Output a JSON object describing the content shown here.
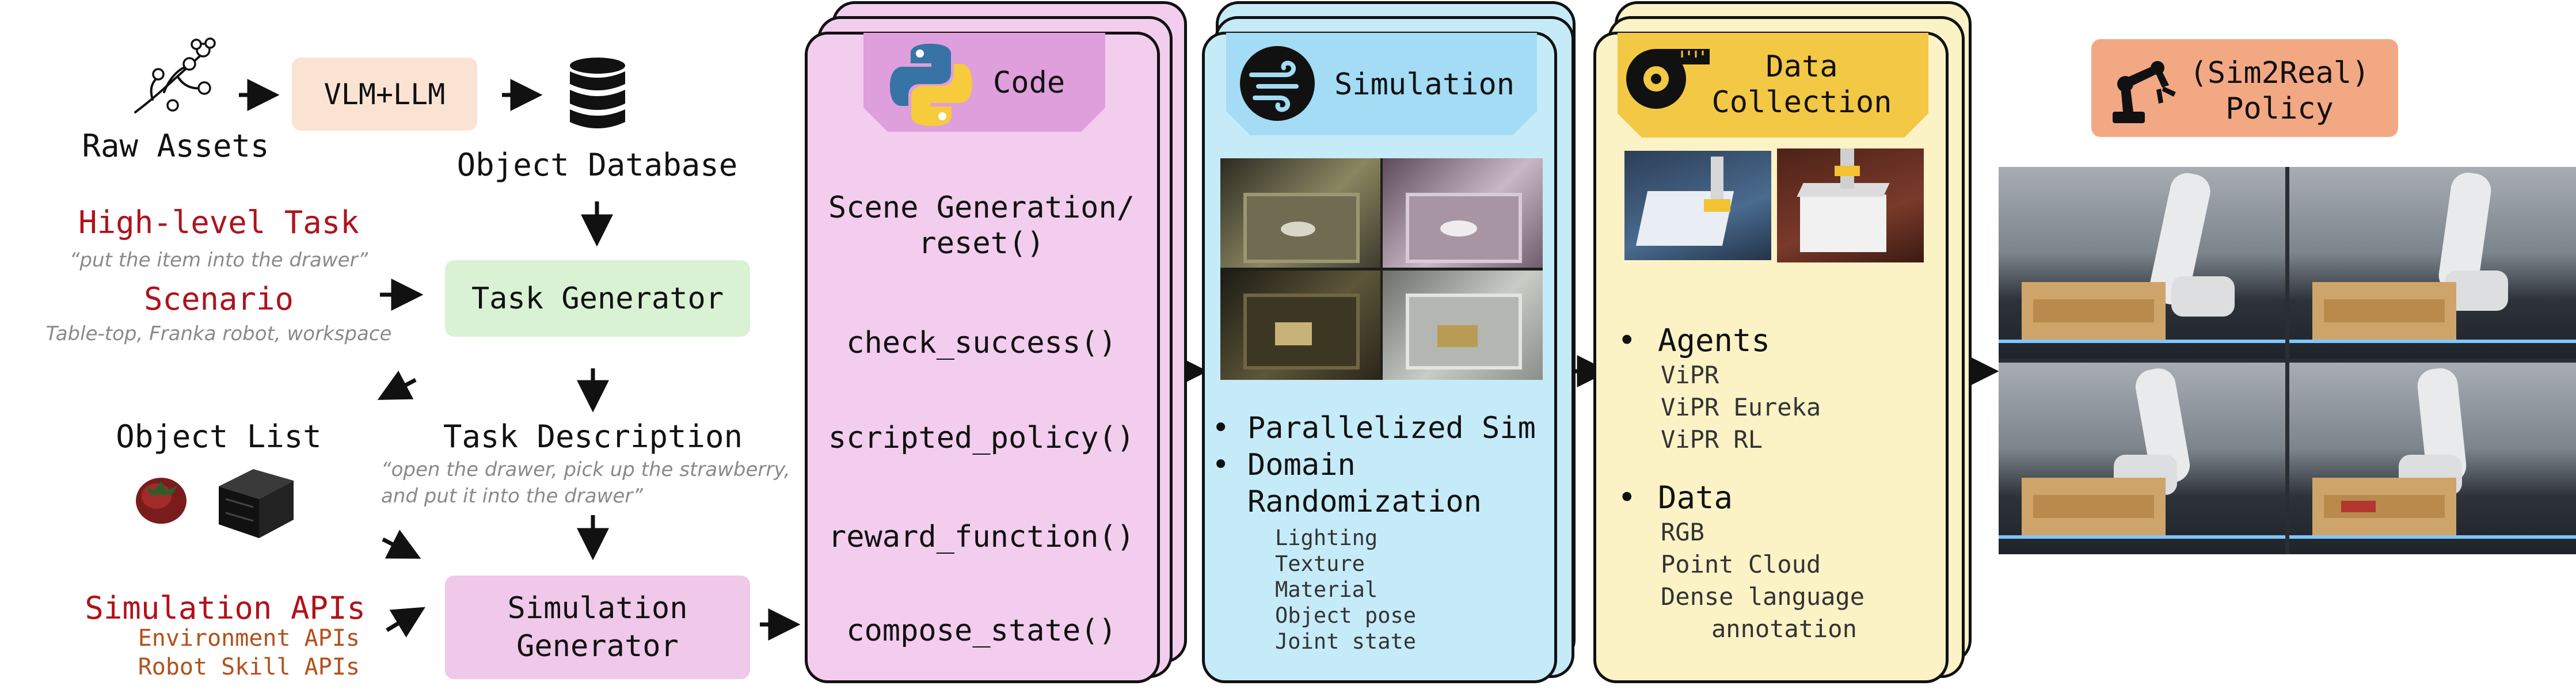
{
  "colors": {
    "vlm_box": "#fbe3d3",
    "task_generator_box": "#d9f2d4",
    "simulation_generator_box": "#efc8ea",
    "code_panel": "#f2cdee",
    "code_tab": "#df9edc",
    "simulation_panel": "#c5ebf9",
    "simulation_tab": "#a3dcf4",
    "data_panel": "#fbf2c6",
    "data_tab": "#f3c844",
    "policy_box": "#f3a884",
    "red_text": "#b0121b",
    "orange_text": "#b4501a"
  },
  "icons": {
    "raw_assets": "cherry-blossom-branch-icon",
    "object_database": "database-icon",
    "code": "python-logo-icon",
    "simulation": "wind-icon",
    "data_collection": "measuring-tape-icon",
    "policy": "robot-arm-icon"
  },
  "left": {
    "raw_assets": "Raw Assets",
    "vlm_llm": "VLM+LLM",
    "object_database": "Object Database",
    "high_level_task": "High-level Task",
    "high_level_task_example": "“put the item into the drawer”",
    "scenario": "Scenario",
    "scenario_example": "Table-top, Franka robot, workspace",
    "task_generator": "Task Generator",
    "object_list": "Object List",
    "task_description": "Task Description",
    "task_description_example_line1": "“open the drawer, pick up the strawberry,",
    "task_description_example_line2": "and put it into the drawer”",
    "simulation_apis": "Simulation APIs",
    "environment_apis": "Environment APIs",
    "robot_skill_apis": "Robot Skill APIs",
    "simulation_generator_line1": "Simulation",
    "simulation_generator_line2": "Generator"
  },
  "code": {
    "title": "Code",
    "functions": [
      "Scene Generation/",
      "reset()",
      "check_success()",
      "scripted_policy()",
      "reward_function()",
      "compose_state()"
    ]
  },
  "simulation": {
    "title": "Simulation",
    "bullets": [
      "Parallelized Sim",
      "Domain",
      "Randomization"
    ],
    "randomization_items": [
      "Lighting",
      "Texture",
      "Material",
      "Object pose",
      "Joint state"
    ]
  },
  "data_collection": {
    "title_line1": "Data",
    "title_line2": "Collection",
    "agents_heading": "Agents",
    "agents": [
      "ViPR",
      "ViPR Eureka",
      "ViPR RL"
    ],
    "data_heading": "Data",
    "data_items": [
      "RGB",
      "Point Cloud",
      "Dense language",
      "annotation"
    ]
  },
  "policy": {
    "title_line1": "(Sim2Real)",
    "title_line2": "Policy"
  }
}
